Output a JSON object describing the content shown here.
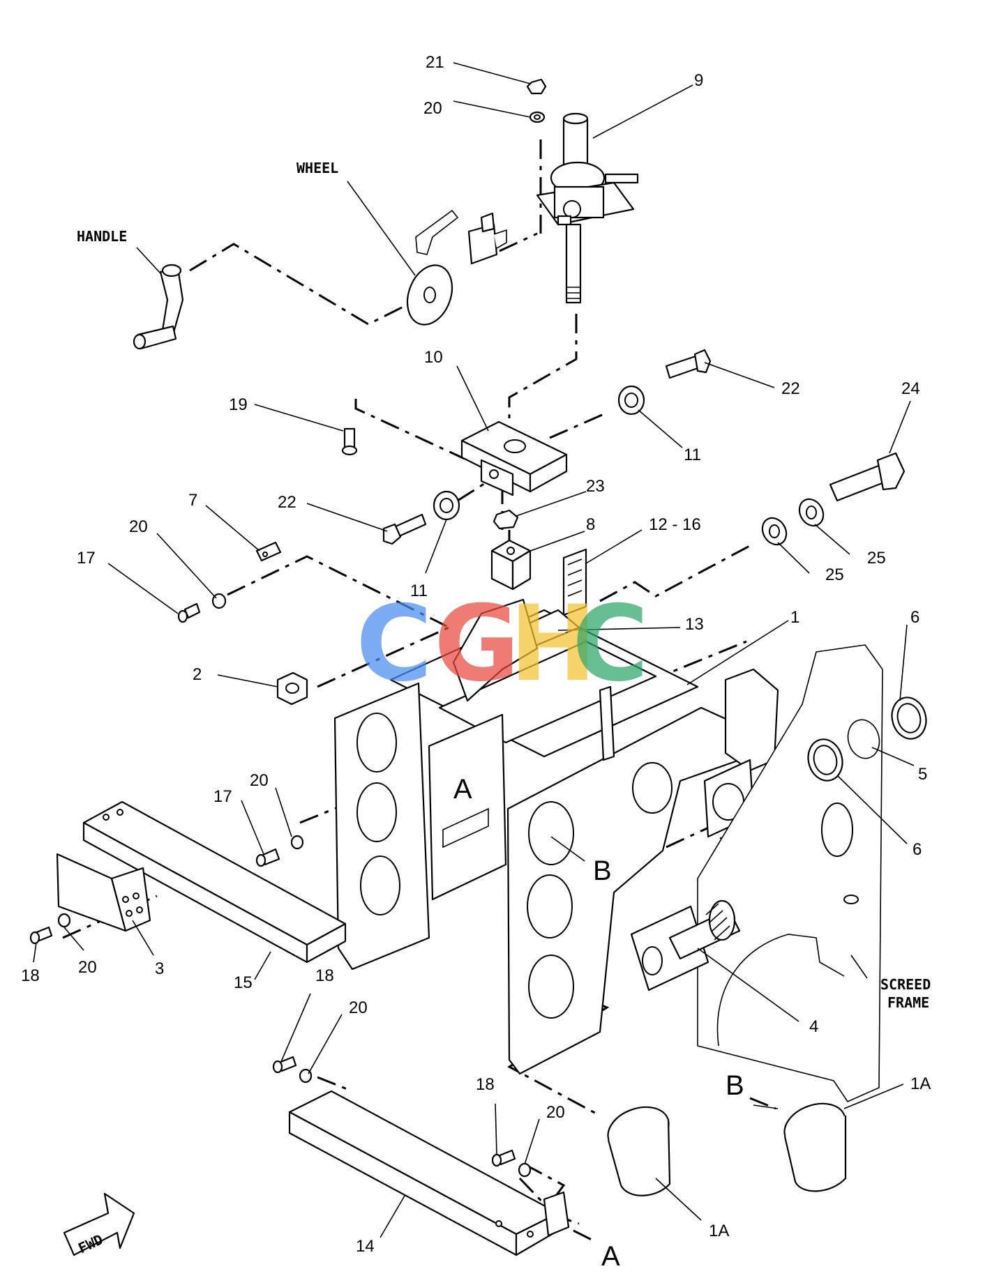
{
  "diagram": {
    "callouts": [
      "21",
      "20",
      "9",
      "10",
      "22",
      "19",
      "11",
      "24",
      "23",
      "22",
      "7",
      "8",
      "12 - 16",
      "20",
      "17",
      "25",
      "25",
      "11",
      "1",
      "6",
      "13",
      "2",
      "5",
      "20",
      "17",
      "6",
      "18",
      "20",
      "3",
      "15",
      "18",
      "20",
      "4",
      "18",
      "20",
      "1A",
      "14",
      "1A"
    ],
    "words": {
      "handle": "HANDLE",
      "wheel": "WHEEL",
      "screed": "SCREED",
      "frame": "FRAME",
      "fwd": "FWD"
    },
    "refs": {
      "a1": "A",
      "b1": "B",
      "b2": "B",
      "a2": "A"
    },
    "watermark": {
      "text": "CGHC",
      "colors": [
        "#4a8ef0",
        "#ea4a3f",
        "#f6c231",
        "#2fa66a"
      ]
    }
  }
}
